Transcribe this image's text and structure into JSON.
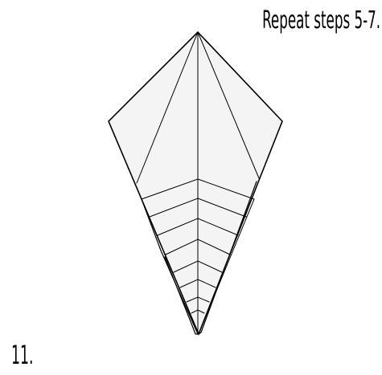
{
  "instruction": "Repeat steps 5-7.",
  "step_number": "11.",
  "colors": {
    "paper_fill": "#f4f4f4",
    "line": "#000000",
    "background": "#ffffff"
  },
  "figure": {
    "subject": "origami kite base with repeated pleat folds",
    "pleat_count": 8
  }
}
